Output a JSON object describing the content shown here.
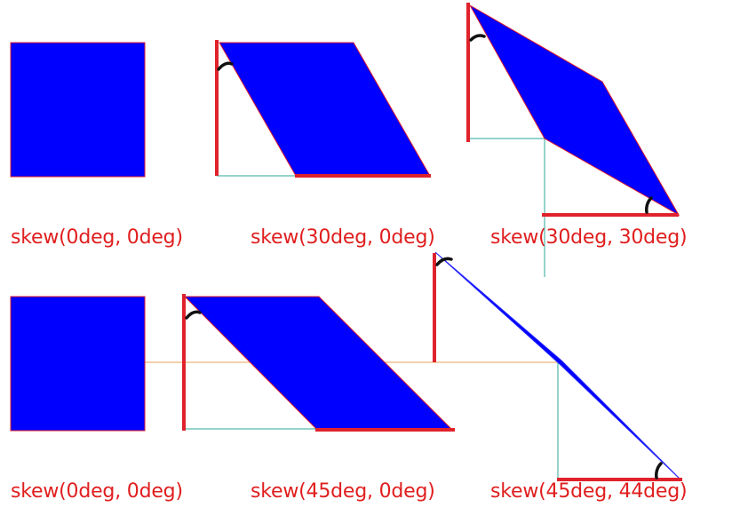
{
  "colors": {
    "shape_fill": "#0000ff",
    "shape_stroke": "#dd1b2b",
    "caption_text": "#e01e1e",
    "guide_red": "#e0222c",
    "guide_teal": "#2aa897",
    "guide_orange": "#e8a05a",
    "angle_mark": "#111111"
  },
  "examples": [
    {
      "caption": "skew(0deg, 0deg)",
      "skew_x_deg": 0,
      "skew_y_deg": 0
    },
    {
      "caption": "skew(30deg, 0deg)",
      "skew_x_deg": 30,
      "skew_y_deg": 0
    },
    {
      "caption": "skew(30deg, 30deg)",
      "skew_x_deg": 30,
      "skew_y_deg": 30
    },
    {
      "caption": "skew(0deg, 0deg)",
      "skew_x_deg": 0,
      "skew_y_deg": 0
    },
    {
      "caption": "skew(45deg, 0deg)",
      "skew_x_deg": 45,
      "skew_y_deg": 0
    },
    {
      "caption": "skew(45deg, 44deg)",
      "skew_x_deg": 45,
      "skew_y_deg": 44
    }
  ]
}
